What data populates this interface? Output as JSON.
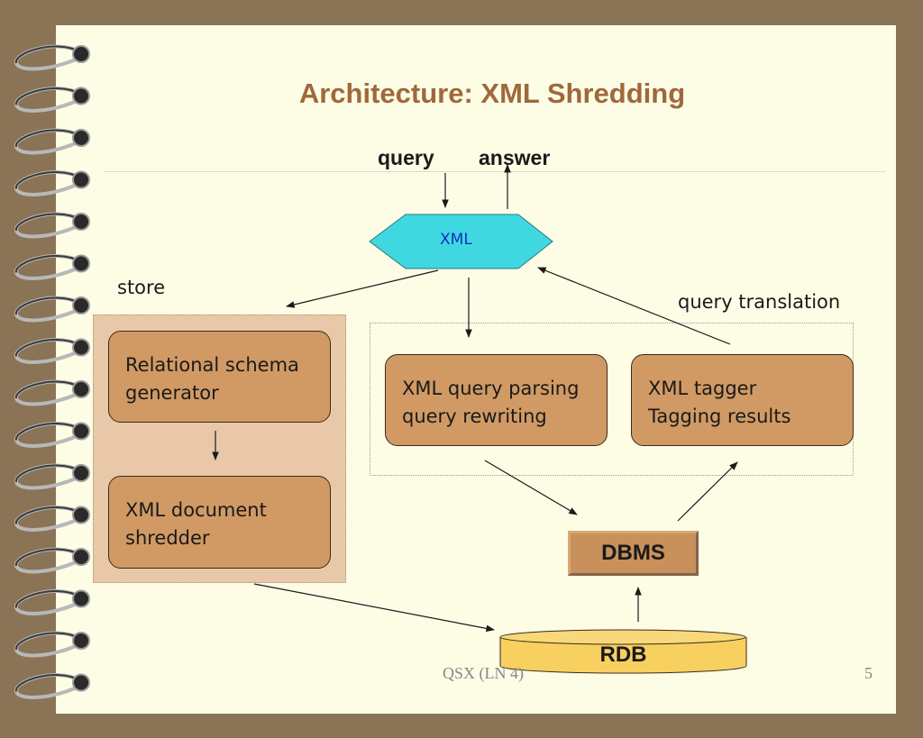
{
  "slide": {
    "title": "Architecture: XML Shredding",
    "footer": "QSX  (LN 4)",
    "page_number": "5"
  },
  "labels": {
    "query": "query",
    "answer": "answer",
    "xml": "XML",
    "store": "store",
    "query_translation": "query translation",
    "dbms": "DBMS",
    "rdb": "RDB"
  },
  "boxes": {
    "schema_generator": [
      "Relational schema",
      "generator"
    ],
    "shredder": [
      "XML document",
      "shredder"
    ],
    "query_parsing": [
      "XML query parsing",
      "query rewriting"
    ],
    "tagger": [
      "XML tagger",
      "Tagging results"
    ]
  },
  "colors": {
    "background": "#8b7355",
    "slide": "#fdfde6",
    "title": "#a0683c",
    "box": "#d19a64",
    "xml_hexagon": "#40d8e0",
    "rdb_cylinder": "#f8d060"
  }
}
